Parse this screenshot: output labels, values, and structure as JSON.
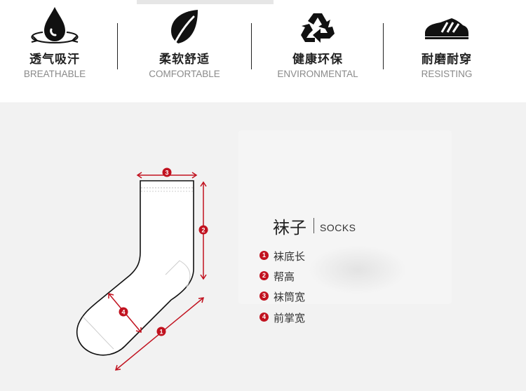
{
  "features": [
    {
      "icon": "water-drop-icon",
      "cn": "透气吸汗",
      "en": "BREATHABLE"
    },
    {
      "icon": "leaf-icon",
      "cn": "柔软舒适",
      "en": "COMFORTABLE"
    },
    {
      "icon": "recycle-icon",
      "cn": "健康环保",
      "en": "ENVIRONMENTAL"
    },
    {
      "icon": "sneaker-icon",
      "cn": "耐磨耐穿",
      "en": "RESISTING"
    }
  ],
  "diagram": {
    "markers": [
      "3",
      "2",
      "4",
      "1"
    ]
  },
  "spec": {
    "title_cn": "袜子",
    "title_en": "SOCKS",
    "items": [
      {
        "num": "1",
        "label": "袜底长"
      },
      {
        "num": "2",
        "label": "帮高"
      },
      {
        "num": "3",
        "label": "袜筒宽"
      },
      {
        "num": "4",
        "label": "前掌宽"
      }
    ]
  },
  "colors": {
    "accent": "#c1121f",
    "text": "#222222",
    "muted": "#8a8a8a",
    "background": "#f2f2f2"
  }
}
